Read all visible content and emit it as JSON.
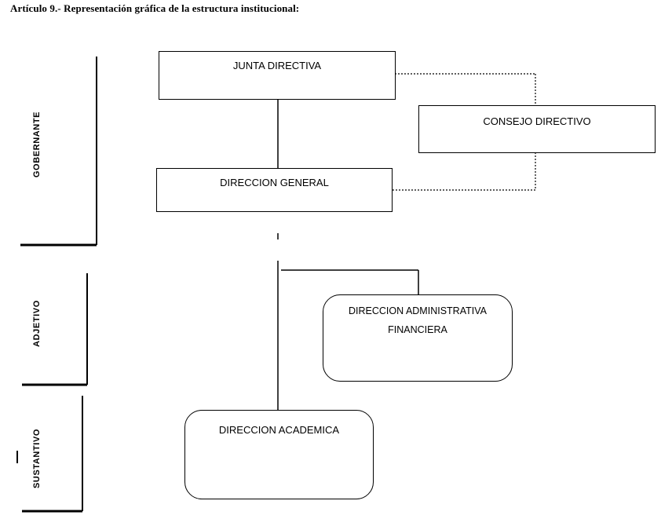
{
  "heading": "Artículo 9.- Representación gráfica de la estructura institucional:",
  "levels": {
    "gobernante": "GOBERNANTE",
    "adjetivo": "ADJETIVO",
    "sustantivo": "SUSTANTIVO"
  },
  "boxes": {
    "junta_directiva": "JUNTA DIRECTIVA",
    "consejo_directivo": "CONSEJO DIRECTIVO",
    "direccion_general": "DIRECCION GENERAL",
    "direccion_administrativa_line1": "DIRECCION ADMINISTRATIVA",
    "direccion_administrativa_line2": "FINANCIERA",
    "direccion_academica": "DIRECCION ACADEMICA"
  },
  "colors": {
    "line": "#000000",
    "box_fill": "#ffffff"
  }
}
